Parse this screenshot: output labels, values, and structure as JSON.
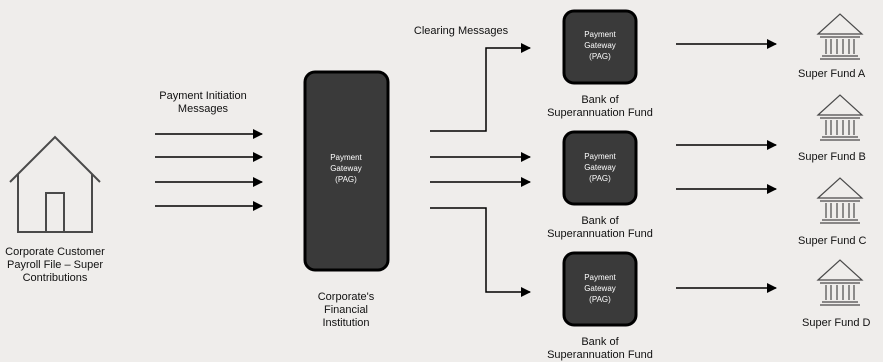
{
  "customer": {
    "label": "Corporate Customer\nPayroll File – Super\nContributions",
    "icon": "house-icon"
  },
  "initiation_messages_label": "Payment Initiation\nMessages",
  "clearing_messages_label": "Clearing Messages",
  "corporate_fi": {
    "gateway": [
      "Payment",
      "Gateway",
      "(PAG)"
    ],
    "label": "Corporate's\nFinancial\nInstitution"
  },
  "banks": [
    {
      "gateway": [
        "Payment",
        "Gateway",
        "(PAG)"
      ],
      "label": "Bank of\nSuperannuation Fund"
    },
    {
      "gateway": [
        "Payment",
        "Gateway",
        "(PAG)"
      ],
      "label": "Bank of\nSuperannuation Fund"
    },
    {
      "gateway": [
        "Payment",
        "Gateway",
        "(PAG)"
      ],
      "label": "Bank of\nSuperannuation Fund"
    }
  ],
  "funds": [
    {
      "label": "Super Fund A",
      "icon": "bank-icon"
    },
    {
      "label": "Super Fund B",
      "icon": "bank-icon"
    },
    {
      "label": "Super Fund C",
      "icon": "bank-icon"
    },
    {
      "label": "Super Fund D",
      "icon": "bank-icon"
    }
  ],
  "colors": {
    "background": "#efedeb",
    "gateway_fill": "#3a3a3a",
    "gateway_border": "#000000",
    "line": "#000000",
    "icon_stroke": "#4a4a4a"
  }
}
